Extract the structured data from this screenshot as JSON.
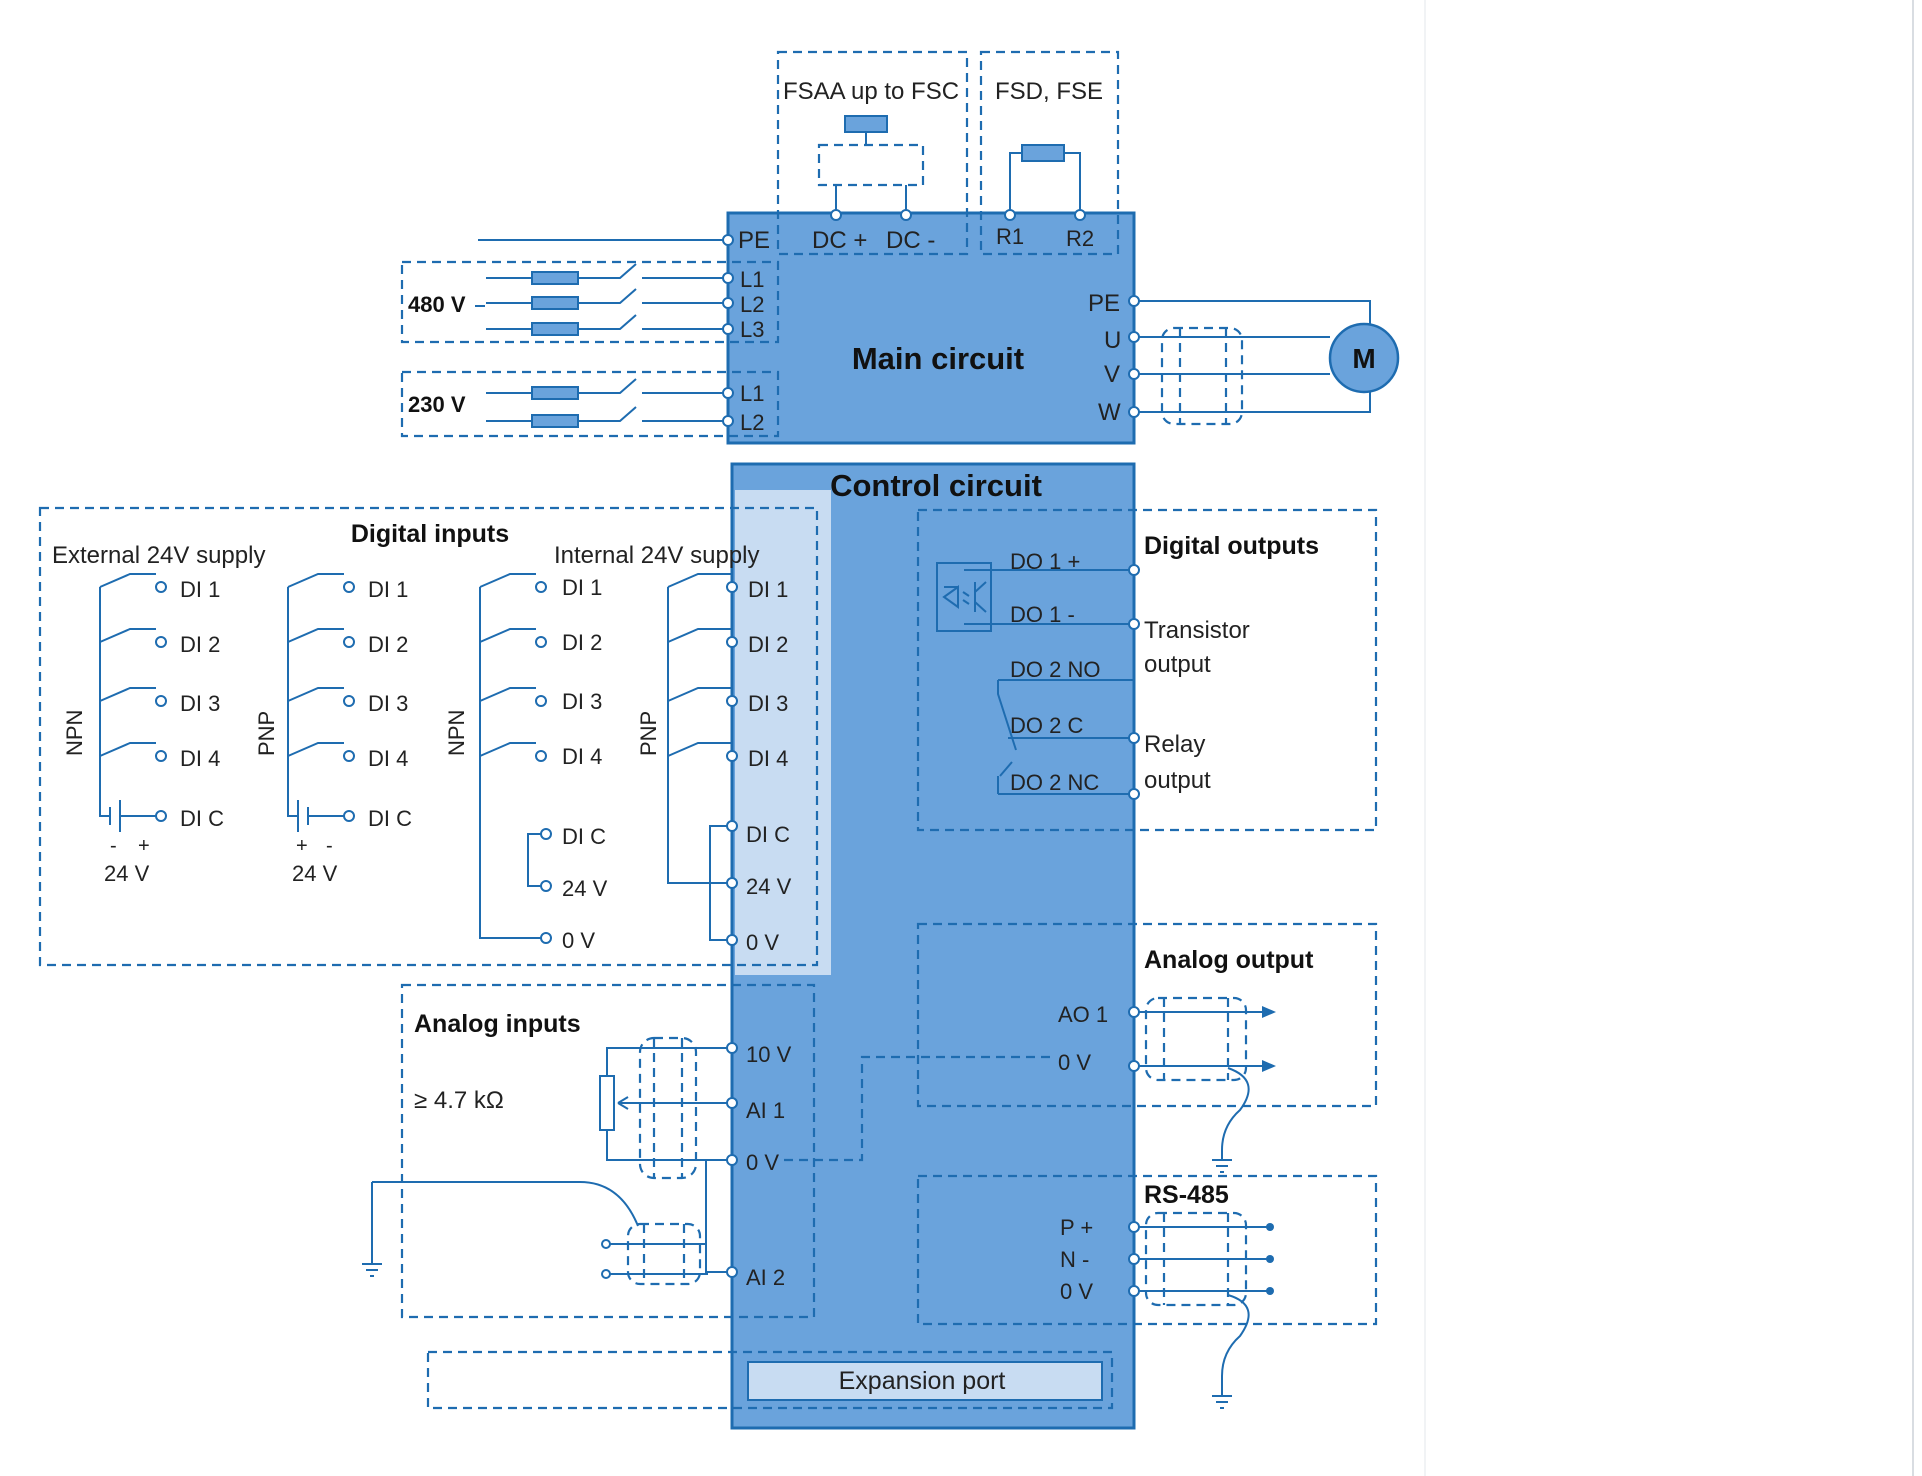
{
  "colors": {
    "main_fill": "#6aa3dc",
    "control_fill": "#6aa3dc",
    "highlight_fill": "#c8dcf2",
    "line": "#1e6cb0",
    "side_rule": "#e3e6ea"
  },
  "main": {
    "title": "Main circuit",
    "brake_fsaa": "FSAA up to FSC",
    "brake_fsd": "FSD, FSE",
    "pe": "PE",
    "dc_plus": "DC +",
    "dc_minus": "DC -",
    "r1": "R1",
    "r2": "R2",
    "v480": "480 V",
    "v230": "230 V",
    "l1": "L1",
    "l2": "L2",
    "l3": "L3",
    "pe_out": "PE",
    "u": "U",
    "v": "V",
    "w": "W",
    "motor": "M"
  },
  "control": {
    "title": "Control circuit",
    "expansion_port": "Expansion port"
  },
  "digital_inputs": {
    "title": "Digital inputs",
    "external": "External 24V supply",
    "internal": "Internal 24V supply",
    "npn": "NPN",
    "pnp": "PNP",
    "di1": "DI 1",
    "di2": "DI 2",
    "di3": "DI 3",
    "di4": "DI 4",
    "dic": "DI C",
    "v24": "24 V",
    "v0": "0 V",
    "minus": "-",
    "plus": "+"
  },
  "digital_outputs": {
    "title": "Digital outputs",
    "do1_plus": "DO 1 +",
    "do1_minus": "DO 1 -",
    "do2_no": "DO 2 NO",
    "do2_c": "DO 2 C",
    "do2_nc": "DO 2 NC",
    "transistor_1": "Transistor",
    "transistor_2": "output",
    "relay_1": "Relay",
    "relay_2": "output"
  },
  "analog_inputs": {
    "title": "Analog inputs",
    "resistance": "≥ 4.7 kΩ",
    "ten_v": "10 V",
    "ai1": "AI 1",
    "zero_v": "0 V",
    "ai2": "AI 2"
  },
  "analog_output": {
    "title": "Analog output",
    "ao1": "AO 1",
    "zero_v": "0 V"
  },
  "rs485": {
    "title": "RS-485",
    "p_plus": "P +",
    "n_minus": "N -",
    "zero_v": "0 V"
  }
}
